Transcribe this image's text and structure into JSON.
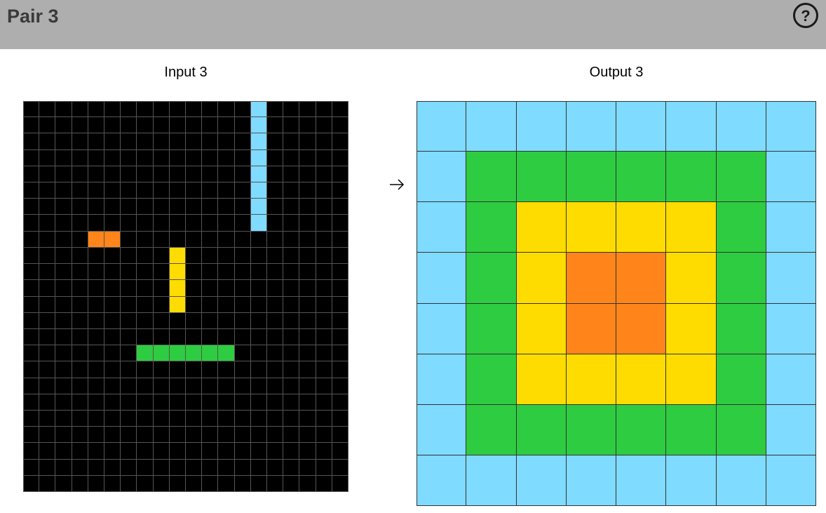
{
  "header": {
    "title": "Pair 3",
    "help_icon": "question-circle-icon"
  },
  "arrow_icon": "right-arrow-icon",
  "palette": {
    "0": "#000000",
    "1": "#0074D9",
    "2": "#FF4136",
    "3": "#2ECC40",
    "4": "#FFDC00",
    "5": "#AAAAAA",
    "6": "#F012BE",
    "7": "#FF851B",
    "8": "#7FDBFF",
    "9": "#870C25"
  },
  "input": {
    "label": "Input 3",
    "rows": 24,
    "cols": 20,
    "grid": [
      [
        0,
        0,
        0,
        0,
        0,
        0,
        0,
        0,
        0,
        0,
        0,
        0,
        0,
        0,
        8,
        0,
        0,
        0,
        0,
        0
      ],
      [
        0,
        0,
        0,
        0,
        0,
        0,
        0,
        0,
        0,
        0,
        0,
        0,
        0,
        0,
        8,
        0,
        0,
        0,
        0,
        0
      ],
      [
        0,
        0,
        0,
        0,
        0,
        0,
        0,
        0,
        0,
        0,
        0,
        0,
        0,
        0,
        8,
        0,
        0,
        0,
        0,
        0
      ],
      [
        0,
        0,
        0,
        0,
        0,
        0,
        0,
        0,
        0,
        0,
        0,
        0,
        0,
        0,
        8,
        0,
        0,
        0,
        0,
        0
      ],
      [
        0,
        0,
        0,
        0,
        0,
        0,
        0,
        0,
        0,
        0,
        0,
        0,
        0,
        0,
        8,
        0,
        0,
        0,
        0,
        0
      ],
      [
        0,
        0,
        0,
        0,
        0,
        0,
        0,
        0,
        0,
        0,
        0,
        0,
        0,
        0,
        8,
        0,
        0,
        0,
        0,
        0
      ],
      [
        0,
        0,
        0,
        0,
        0,
        0,
        0,
        0,
        0,
        0,
        0,
        0,
        0,
        0,
        8,
        0,
        0,
        0,
        0,
        0
      ],
      [
        0,
        0,
        0,
        0,
        0,
        0,
        0,
        0,
        0,
        0,
        0,
        0,
        0,
        0,
        8,
        0,
        0,
        0,
        0,
        0
      ],
      [
        0,
        0,
        0,
        0,
        7,
        7,
        0,
        0,
        0,
        0,
        0,
        0,
        0,
        0,
        0,
        0,
        0,
        0,
        0,
        0
      ],
      [
        0,
        0,
        0,
        0,
        0,
        0,
        0,
        0,
        0,
        4,
        0,
        0,
        0,
        0,
        0,
        0,
        0,
        0,
        0,
        0
      ],
      [
        0,
        0,
        0,
        0,
        0,
        0,
        0,
        0,
        0,
        4,
        0,
        0,
        0,
        0,
        0,
        0,
        0,
        0,
        0,
        0
      ],
      [
        0,
        0,
        0,
        0,
        0,
        0,
        0,
        0,
        0,
        4,
        0,
        0,
        0,
        0,
        0,
        0,
        0,
        0,
        0,
        0
      ],
      [
        0,
        0,
        0,
        0,
        0,
        0,
        0,
        0,
        0,
        4,
        0,
        0,
        0,
        0,
        0,
        0,
        0,
        0,
        0,
        0
      ],
      [
        0,
        0,
        0,
        0,
        0,
        0,
        0,
        0,
        0,
        0,
        0,
        0,
        0,
        0,
        0,
        0,
        0,
        0,
        0,
        0
      ],
      [
        0,
        0,
        0,
        0,
        0,
        0,
        0,
        0,
        0,
        0,
        0,
        0,
        0,
        0,
        0,
        0,
        0,
        0,
        0,
        0
      ],
      [
        0,
        0,
        0,
        0,
        0,
        0,
        0,
        3,
        3,
        3,
        3,
        3,
        3,
        0,
        0,
        0,
        0,
        0,
        0,
        0
      ],
      [
        0,
        0,
        0,
        0,
        0,
        0,
        0,
        0,
        0,
        0,
        0,
        0,
        0,
        0,
        0,
        0,
        0,
        0,
        0,
        0
      ],
      [
        0,
        0,
        0,
        0,
        0,
        0,
        0,
        0,
        0,
        0,
        0,
        0,
        0,
        0,
        0,
        0,
        0,
        0,
        0,
        0
      ],
      [
        0,
        0,
        0,
        0,
        0,
        0,
        0,
        0,
        0,
        0,
        0,
        0,
        0,
        0,
        0,
        0,
        0,
        0,
        0,
        0
      ],
      [
        0,
        0,
        0,
        0,
        0,
        0,
        0,
        0,
        0,
        0,
        0,
        0,
        0,
        0,
        0,
        0,
        0,
        0,
        0,
        0
      ],
      [
        0,
        0,
        0,
        0,
        0,
        0,
        0,
        0,
        0,
        0,
        0,
        0,
        0,
        0,
        0,
        0,
        0,
        0,
        0,
        0
      ],
      [
        0,
        0,
        0,
        0,
        0,
        0,
        0,
        0,
        0,
        0,
        0,
        0,
        0,
        0,
        0,
        0,
        0,
        0,
        0,
        0
      ],
      [
        0,
        0,
        0,
        0,
        0,
        0,
        0,
        0,
        0,
        0,
        0,
        0,
        0,
        0,
        0,
        0,
        0,
        0,
        0,
        0
      ],
      [
        0,
        0,
        0,
        0,
        0,
        0,
        0,
        0,
        0,
        0,
        0,
        0,
        0,
        0,
        0,
        0,
        0,
        0,
        0,
        0
      ]
    ]
  },
  "output": {
    "label": "Output 3",
    "rows": 8,
    "cols": 8,
    "grid": [
      [
        8,
        8,
        8,
        8,
        8,
        8,
        8,
        8
      ],
      [
        8,
        3,
        3,
        3,
        3,
        3,
        3,
        8
      ],
      [
        8,
        3,
        4,
        4,
        4,
        4,
        3,
        8
      ],
      [
        8,
        3,
        4,
        7,
        7,
        4,
        3,
        8
      ],
      [
        8,
        3,
        4,
        7,
        7,
        4,
        3,
        8
      ],
      [
        8,
        3,
        4,
        4,
        4,
        4,
        3,
        8
      ],
      [
        8,
        3,
        3,
        3,
        3,
        3,
        3,
        8
      ],
      [
        8,
        8,
        8,
        8,
        8,
        8,
        8,
        8
      ]
    ]
  }
}
